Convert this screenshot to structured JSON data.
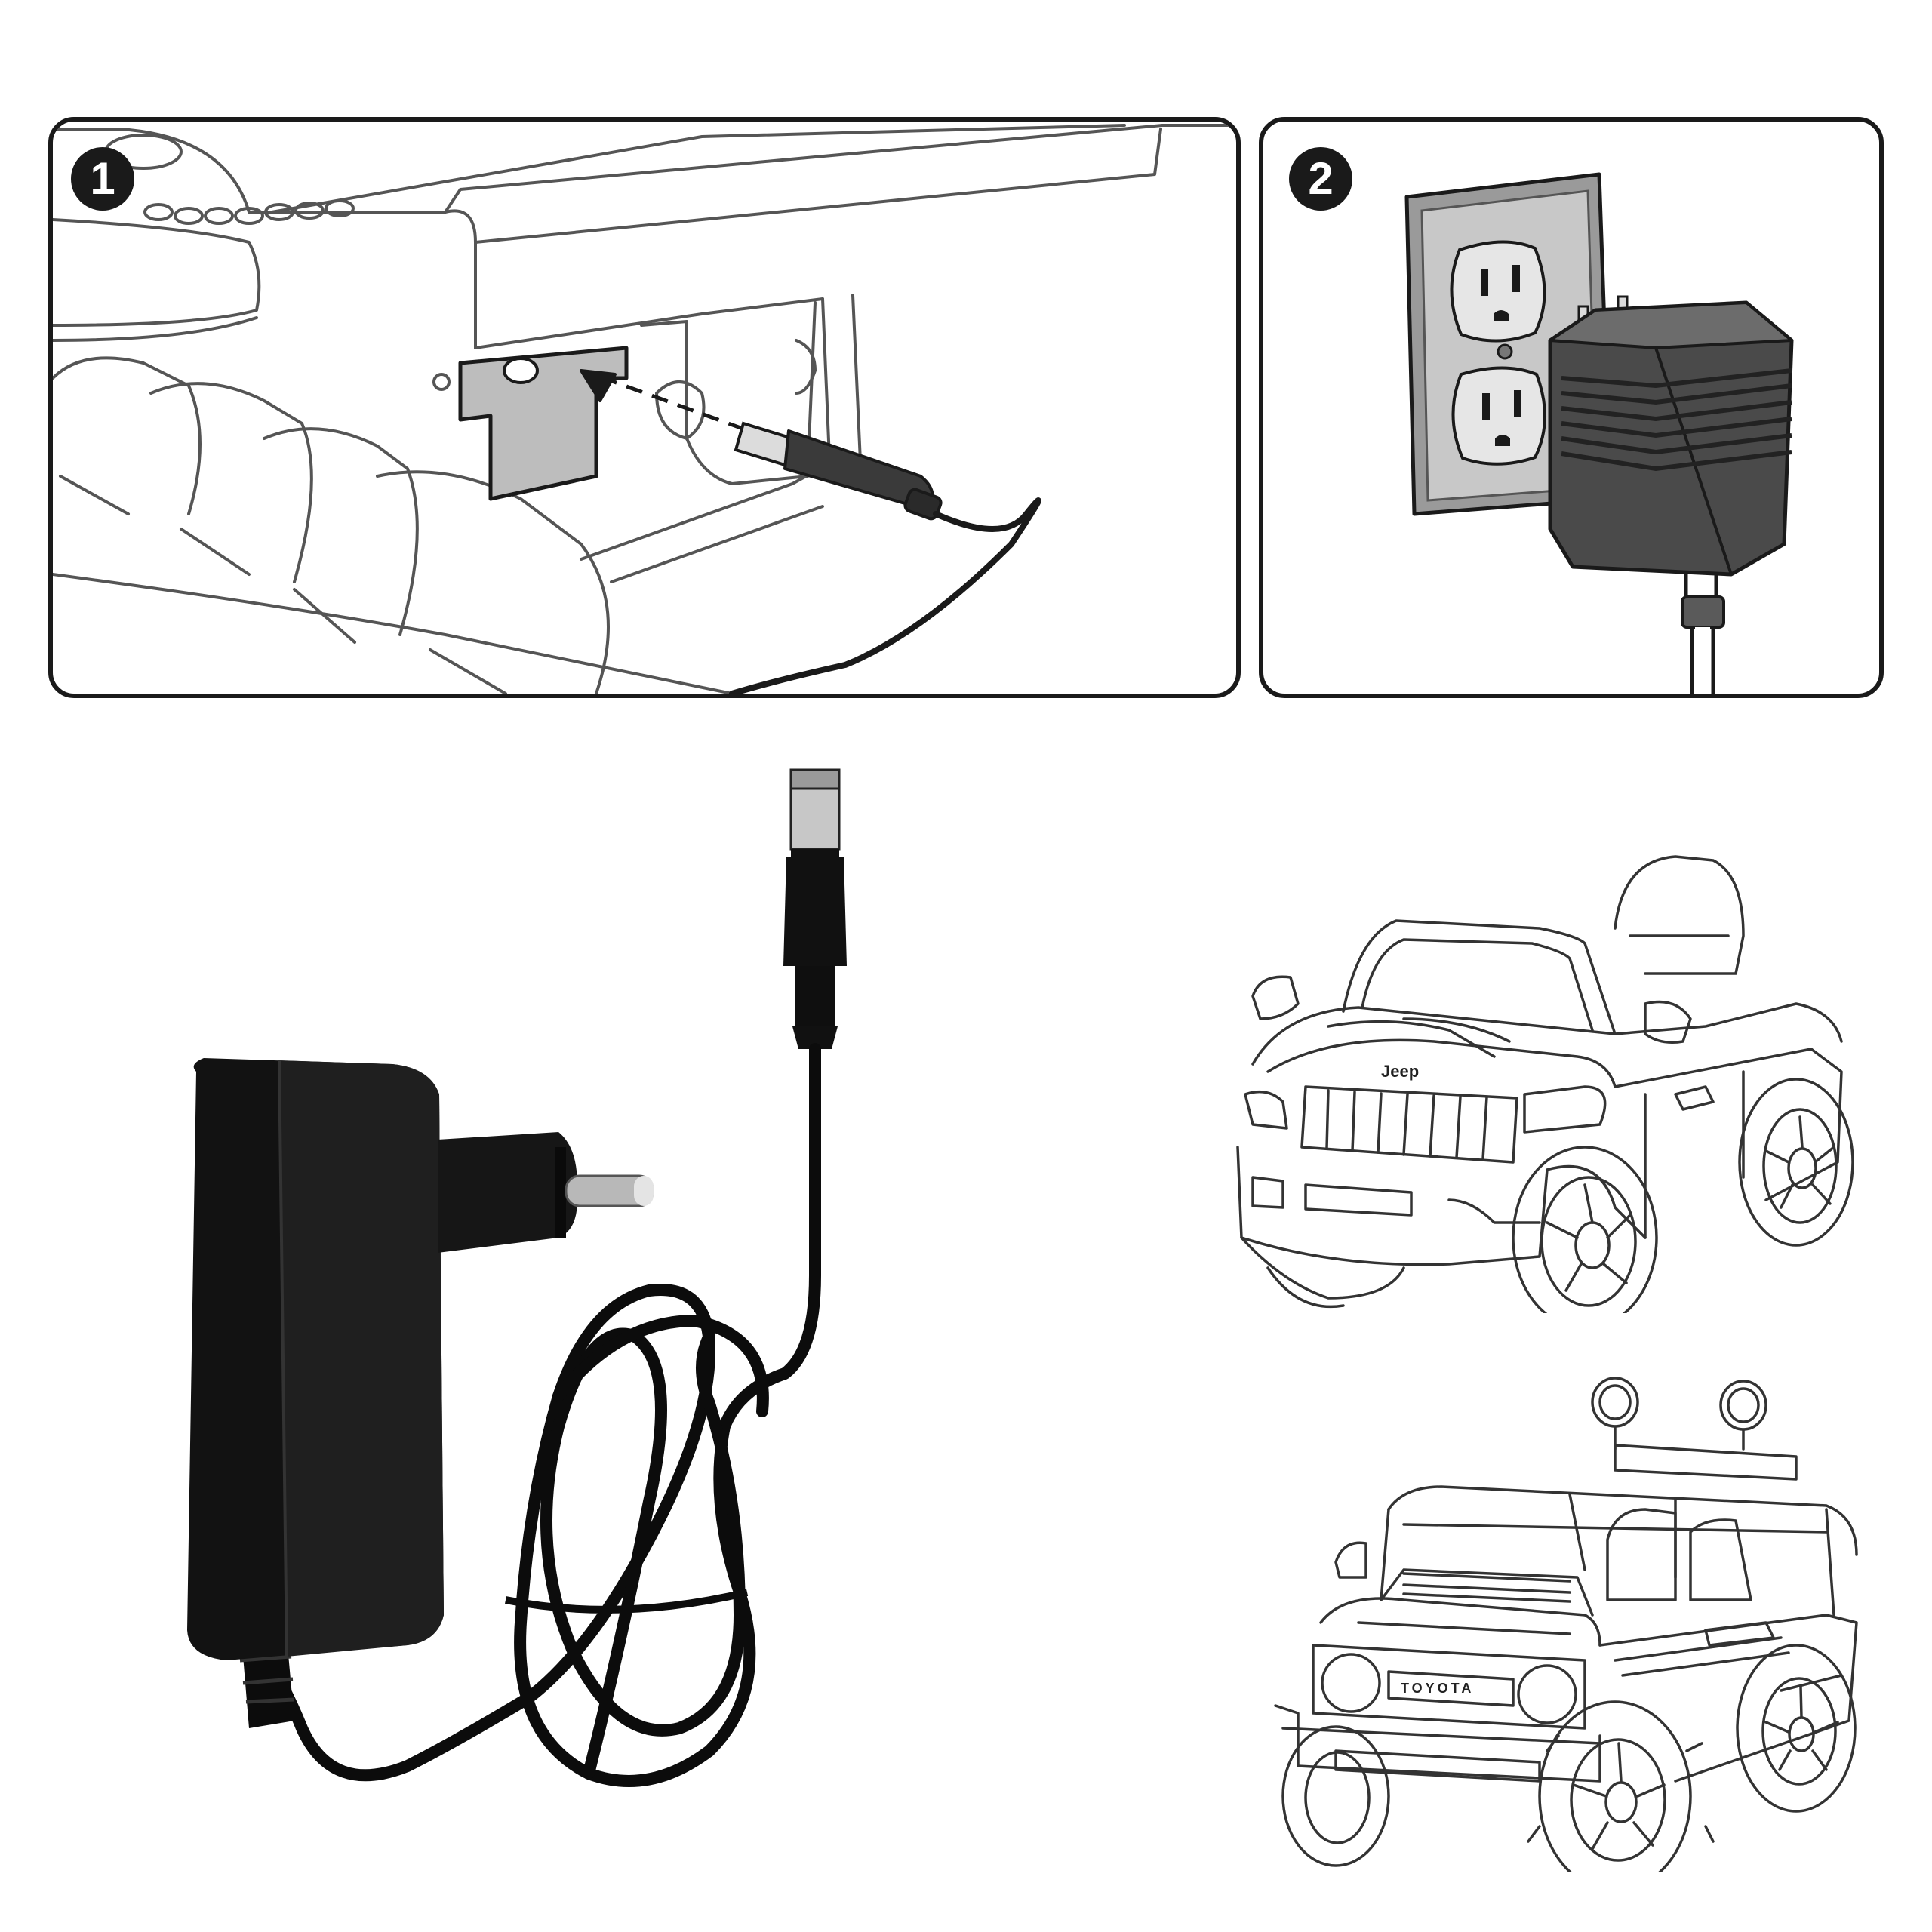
{
  "steps": [
    {
      "number": "1",
      "icon": "charging-port-icon"
    },
    {
      "number": "2",
      "icon": "wall-outlet-icon"
    }
  ],
  "illustrations": {
    "adapter": "power-adapter-icon",
    "car_top": "jeep-ride-on-car-icon",
    "car_bottom": "toyota-ride-on-car-icon"
  },
  "car_emblems": {
    "jeep": "Jeep",
    "toyota": "TOYOTA"
  }
}
